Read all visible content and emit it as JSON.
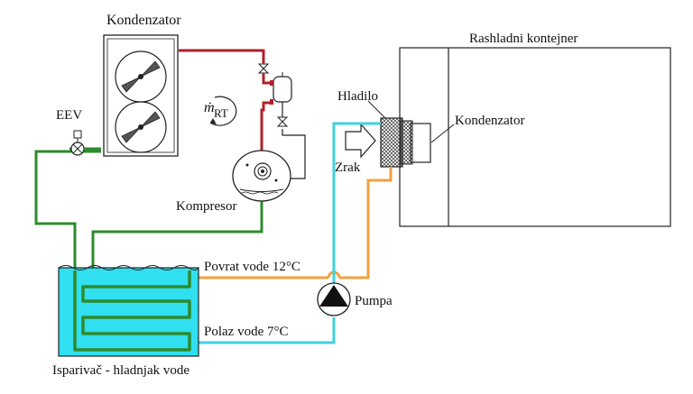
{
  "labels": {
    "kondenzator_top": "Kondenzator",
    "container_title": "Rashladni kontejner",
    "mass_flow": "ṁ",
    "mass_flow_sub": "RT",
    "eev": "EEV",
    "hladilo": "Hladilo",
    "kondenzator_container": "Kondenzator",
    "zrak": "Zrak",
    "kompresor": "Kompresor",
    "povrat": "Povrat vode 12°C",
    "pumpa": "Pumpa",
    "polaz": "Polaz vode 7°C",
    "isparivac": "Isparivač - hladnjak vode"
  },
  "colors": {
    "refrigerant_hot": "#b0202a",
    "refrigerant_cold": "#2e8b2e",
    "water_return": "#f0a040",
    "water_supply": "#40d0e0",
    "evaporator_fill": "#30e0f0",
    "outline": "#222222"
  }
}
